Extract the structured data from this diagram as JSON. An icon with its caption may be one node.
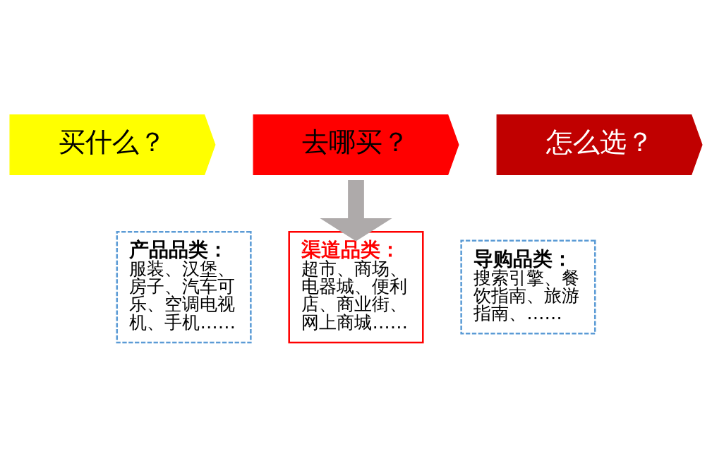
{
  "diagram": {
    "nodes": [
      {
        "text": [
          "买什么？"
        ]
      },
      {
        "text": [
          "去哪买？"
        ]
      },
      {
        "text": [
          "怎么选？"
        ]
      },
      {
        "text": [
          "产品品类：",
          "服装、汉堡、房子、汽车可乐、空调电视机、手机……"
        ]
      },
      {
        "text": [
          "渠道品类：",
          "超市、商场、电器城、便利店、商业街、网上商城……"
        ]
      },
      {
        "text": [
          "导购品类：",
          "搜索引擎、餐饮指南、旅游指南、……"
        ]
      }
    ],
    "edges": [
      {
        "from": 1,
        "to": 4,
        "arrow": "to",
        "color": "#aeaaaa"
      }
    ]
  }
}
